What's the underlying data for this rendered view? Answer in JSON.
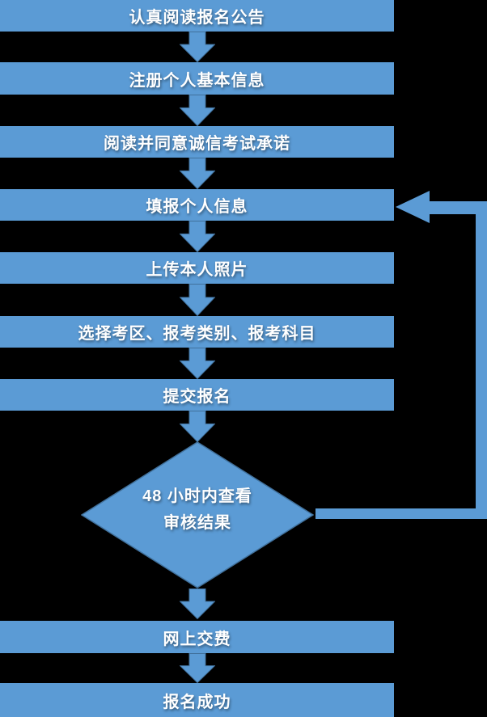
{
  "flow": {
    "steps": [
      "认真阅读报名公告",
      "注册个人基本信息",
      "阅读并同意诚信考试承诺",
      "填报个人信息",
      "上传本人照片",
      "选择考区、报考类别、报考科目",
      "提交报名",
      "网上交费",
      "报名成功"
    ],
    "decision": {
      "line1": "48 小时内查看",
      "line2": "审核结果"
    }
  },
  "colors": {
    "shape_fill": "#5B9BD5",
    "shape_outline": "#41719C",
    "text": "#FFFFFF",
    "background": "#000000"
  }
}
